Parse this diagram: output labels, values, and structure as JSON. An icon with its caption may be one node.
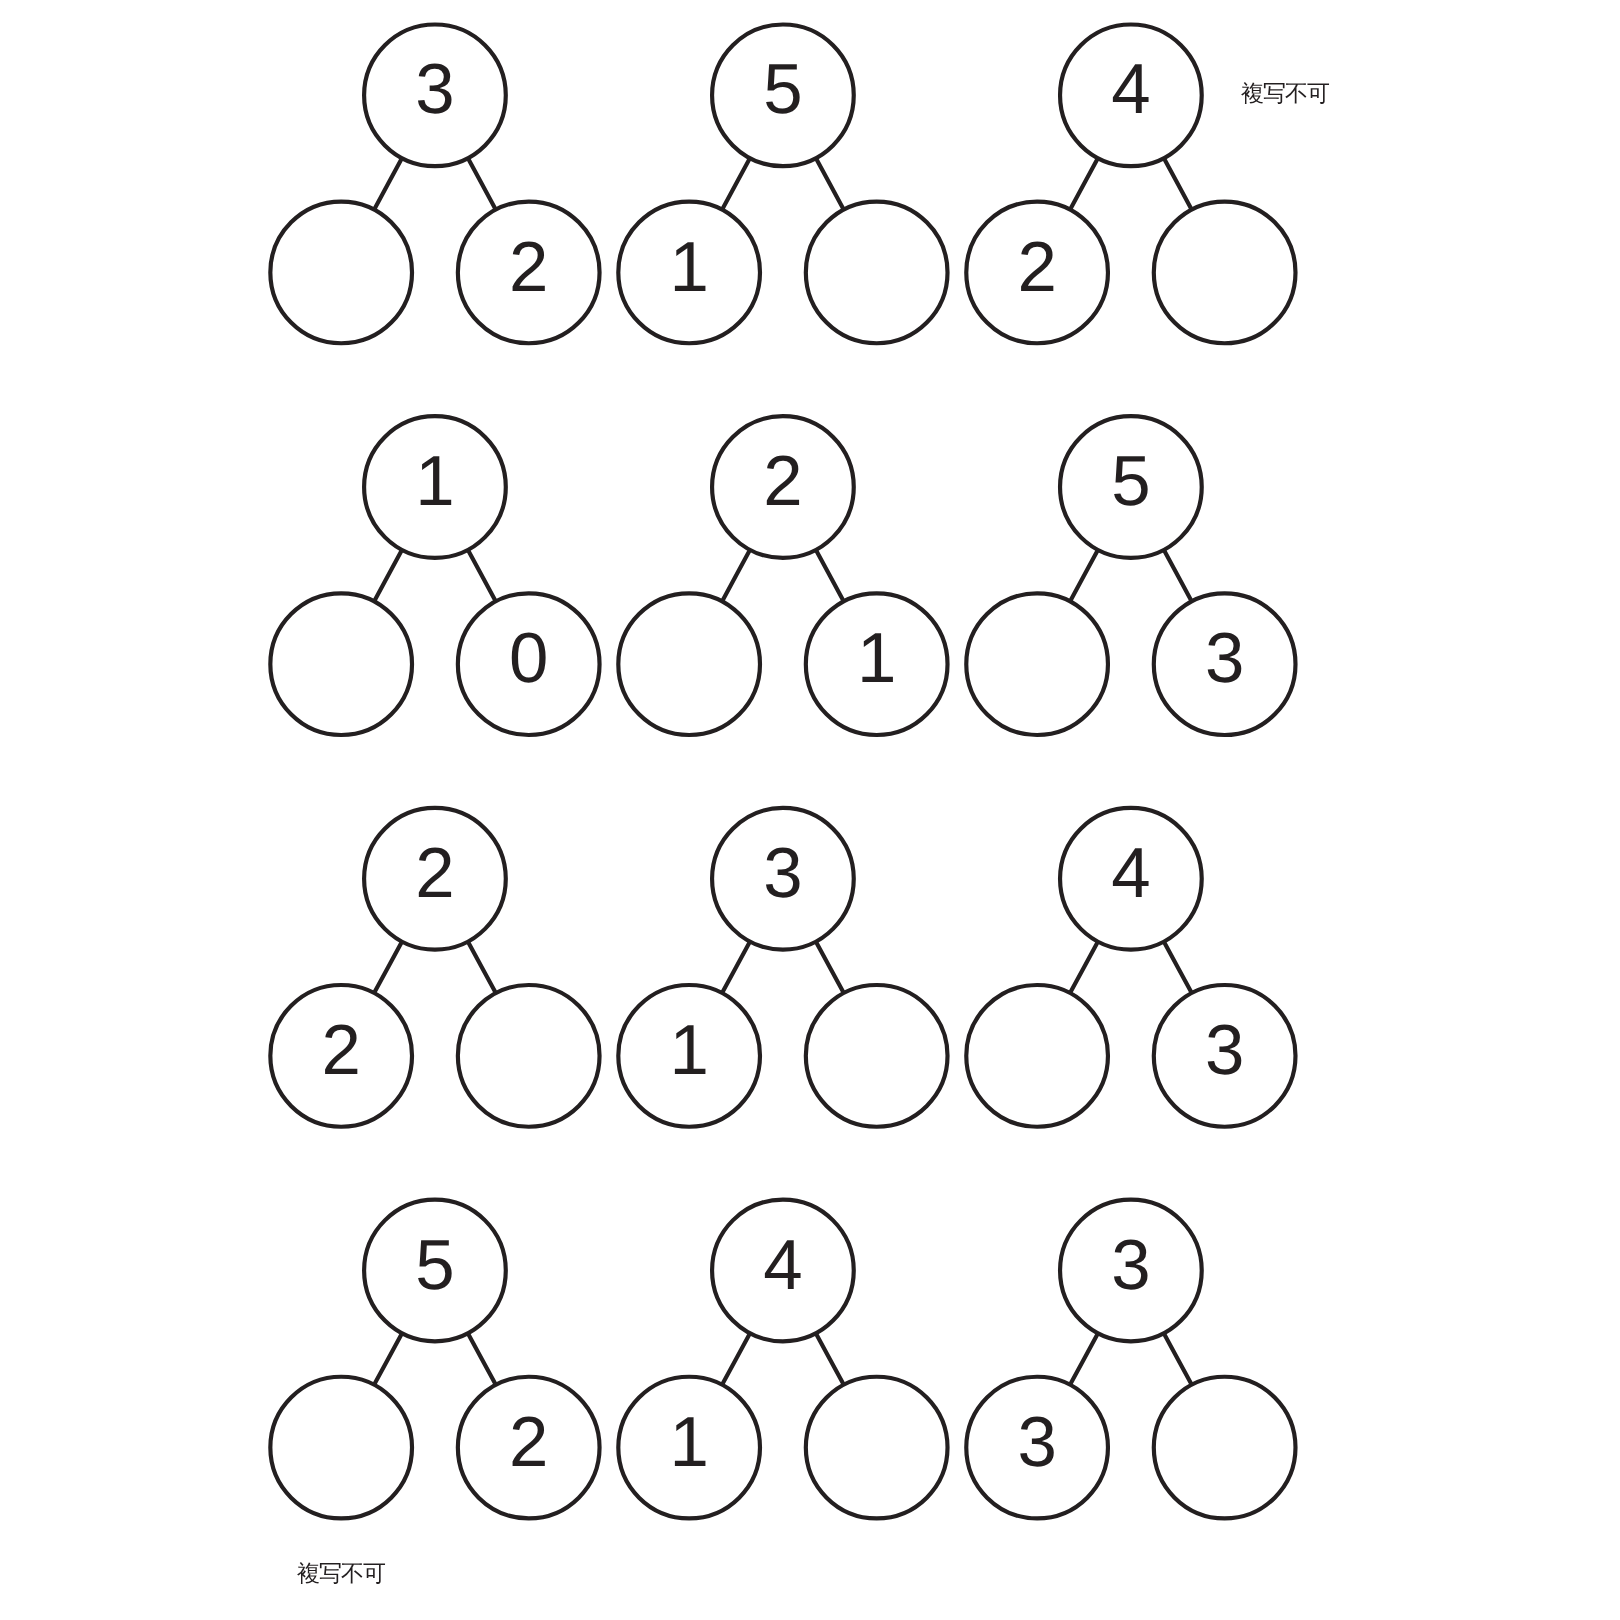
{
  "diagram": {
    "nodes": [
      {
        "text": [
          "3"
        ]
      },
      {
        "text": [],
        "shape": "circle"
      },
      {
        "text": [
          "2"
        ]
      },
      {
        "text": [
          "5"
        ]
      },
      {
        "text": [
          "1"
        ]
      },
      {
        "text": [],
        "shape": "circle"
      },
      {
        "text": [
          "4"
        ]
      },
      {
        "text": [
          "2"
        ]
      },
      {
        "text": [],
        "shape": "circle"
      },
      {
        "text": [
          "1"
        ]
      },
      {
        "text": [],
        "shape": "circle"
      },
      {
        "text": [
          "0"
        ]
      },
      {
        "text": [
          "2"
        ]
      },
      {
        "text": [],
        "shape": "circle"
      },
      {
        "text": [
          "1"
        ]
      },
      {
        "text": [
          "5"
        ]
      },
      {
        "text": [],
        "shape": "circle"
      },
      {
        "text": [
          "3"
        ]
      },
      {
        "text": [
          "2"
        ]
      },
      {
        "text": [
          "2"
        ]
      },
      {
        "text": [],
        "shape": "circle"
      },
      {
        "text": [
          "3"
        ]
      },
      {
        "text": [
          "1"
        ]
      },
      {
        "text": [],
        "shape": "circle"
      },
      {
        "text": [
          "4"
        ]
      },
      {
        "text": [],
        "shape": "circle"
      },
      {
        "text": [
          "3"
        ]
      },
      {
        "text": [
          "5"
        ]
      },
      {
        "text": [],
        "shape": "circle"
      },
      {
        "text": [
          "2"
        ]
      },
      {
        "text": [
          "4"
        ]
      },
      {
        "text": [
          "1"
        ]
      },
      {
        "text": [],
        "shape": "circle"
      },
      {
        "text": [
          "3"
        ]
      },
      {
        "text": [
          "3"
        ]
      },
      {
        "text": [],
        "shape": "circle"
      }
    ],
    "edges": [
      {
        "from": 0,
        "to": 1,
        "arrow": "none"
      },
      {
        "from": 0,
        "to": 2,
        "arrow": "none"
      },
      {
        "from": 3,
        "to": 4,
        "arrow": "none"
      },
      {
        "from": 3,
        "to": 5,
        "arrow": "none"
      },
      {
        "from": 6,
        "to": 7,
        "arrow": "none"
      },
      {
        "from": 6,
        "to": 8,
        "arrow": "none"
      },
      {
        "from": 9,
        "to": 10,
        "arrow": "none"
      },
      {
        "from": 9,
        "to": 11,
        "arrow": "none"
      },
      {
        "from": 12,
        "to": 13,
        "arrow": "none"
      },
      {
        "from": 12,
        "to": 14,
        "arrow": "none"
      },
      {
        "from": 15,
        "to": 16,
        "arrow": "none"
      },
      {
        "from": 15,
        "to": 17,
        "arrow": "none"
      },
      {
        "from": 18,
        "to": 19,
        "arrow": "none"
      },
      {
        "from": 18,
        "to": 20,
        "arrow": "none"
      },
      {
        "from": 21,
        "to": 22,
        "arrow": "none"
      },
      {
        "from": 21,
        "to": 23,
        "arrow": "none"
      },
      {
        "from": 24,
        "to": 25,
        "arrow": "none"
      },
      {
        "from": 24,
        "to": 26,
        "arrow": "none"
      },
      {
        "from": 27,
        "to": 28,
        "arrow": "none"
      },
      {
        "from": 27,
        "to": 29,
        "arrow": "none"
      },
      {
        "from": 30,
        "to": 31,
        "arrow": "none"
      },
      {
        "from": 30,
        "to": 32,
        "arrow": "none"
      },
      {
        "from": 33,
        "to": 34,
        "arrow": "none"
      },
      {
        "from": 33,
        "to": 35,
        "arrow": "none"
      }
    ],
    "labels": [
      "複写不可",
      "複写不可"
    ]
  }
}
